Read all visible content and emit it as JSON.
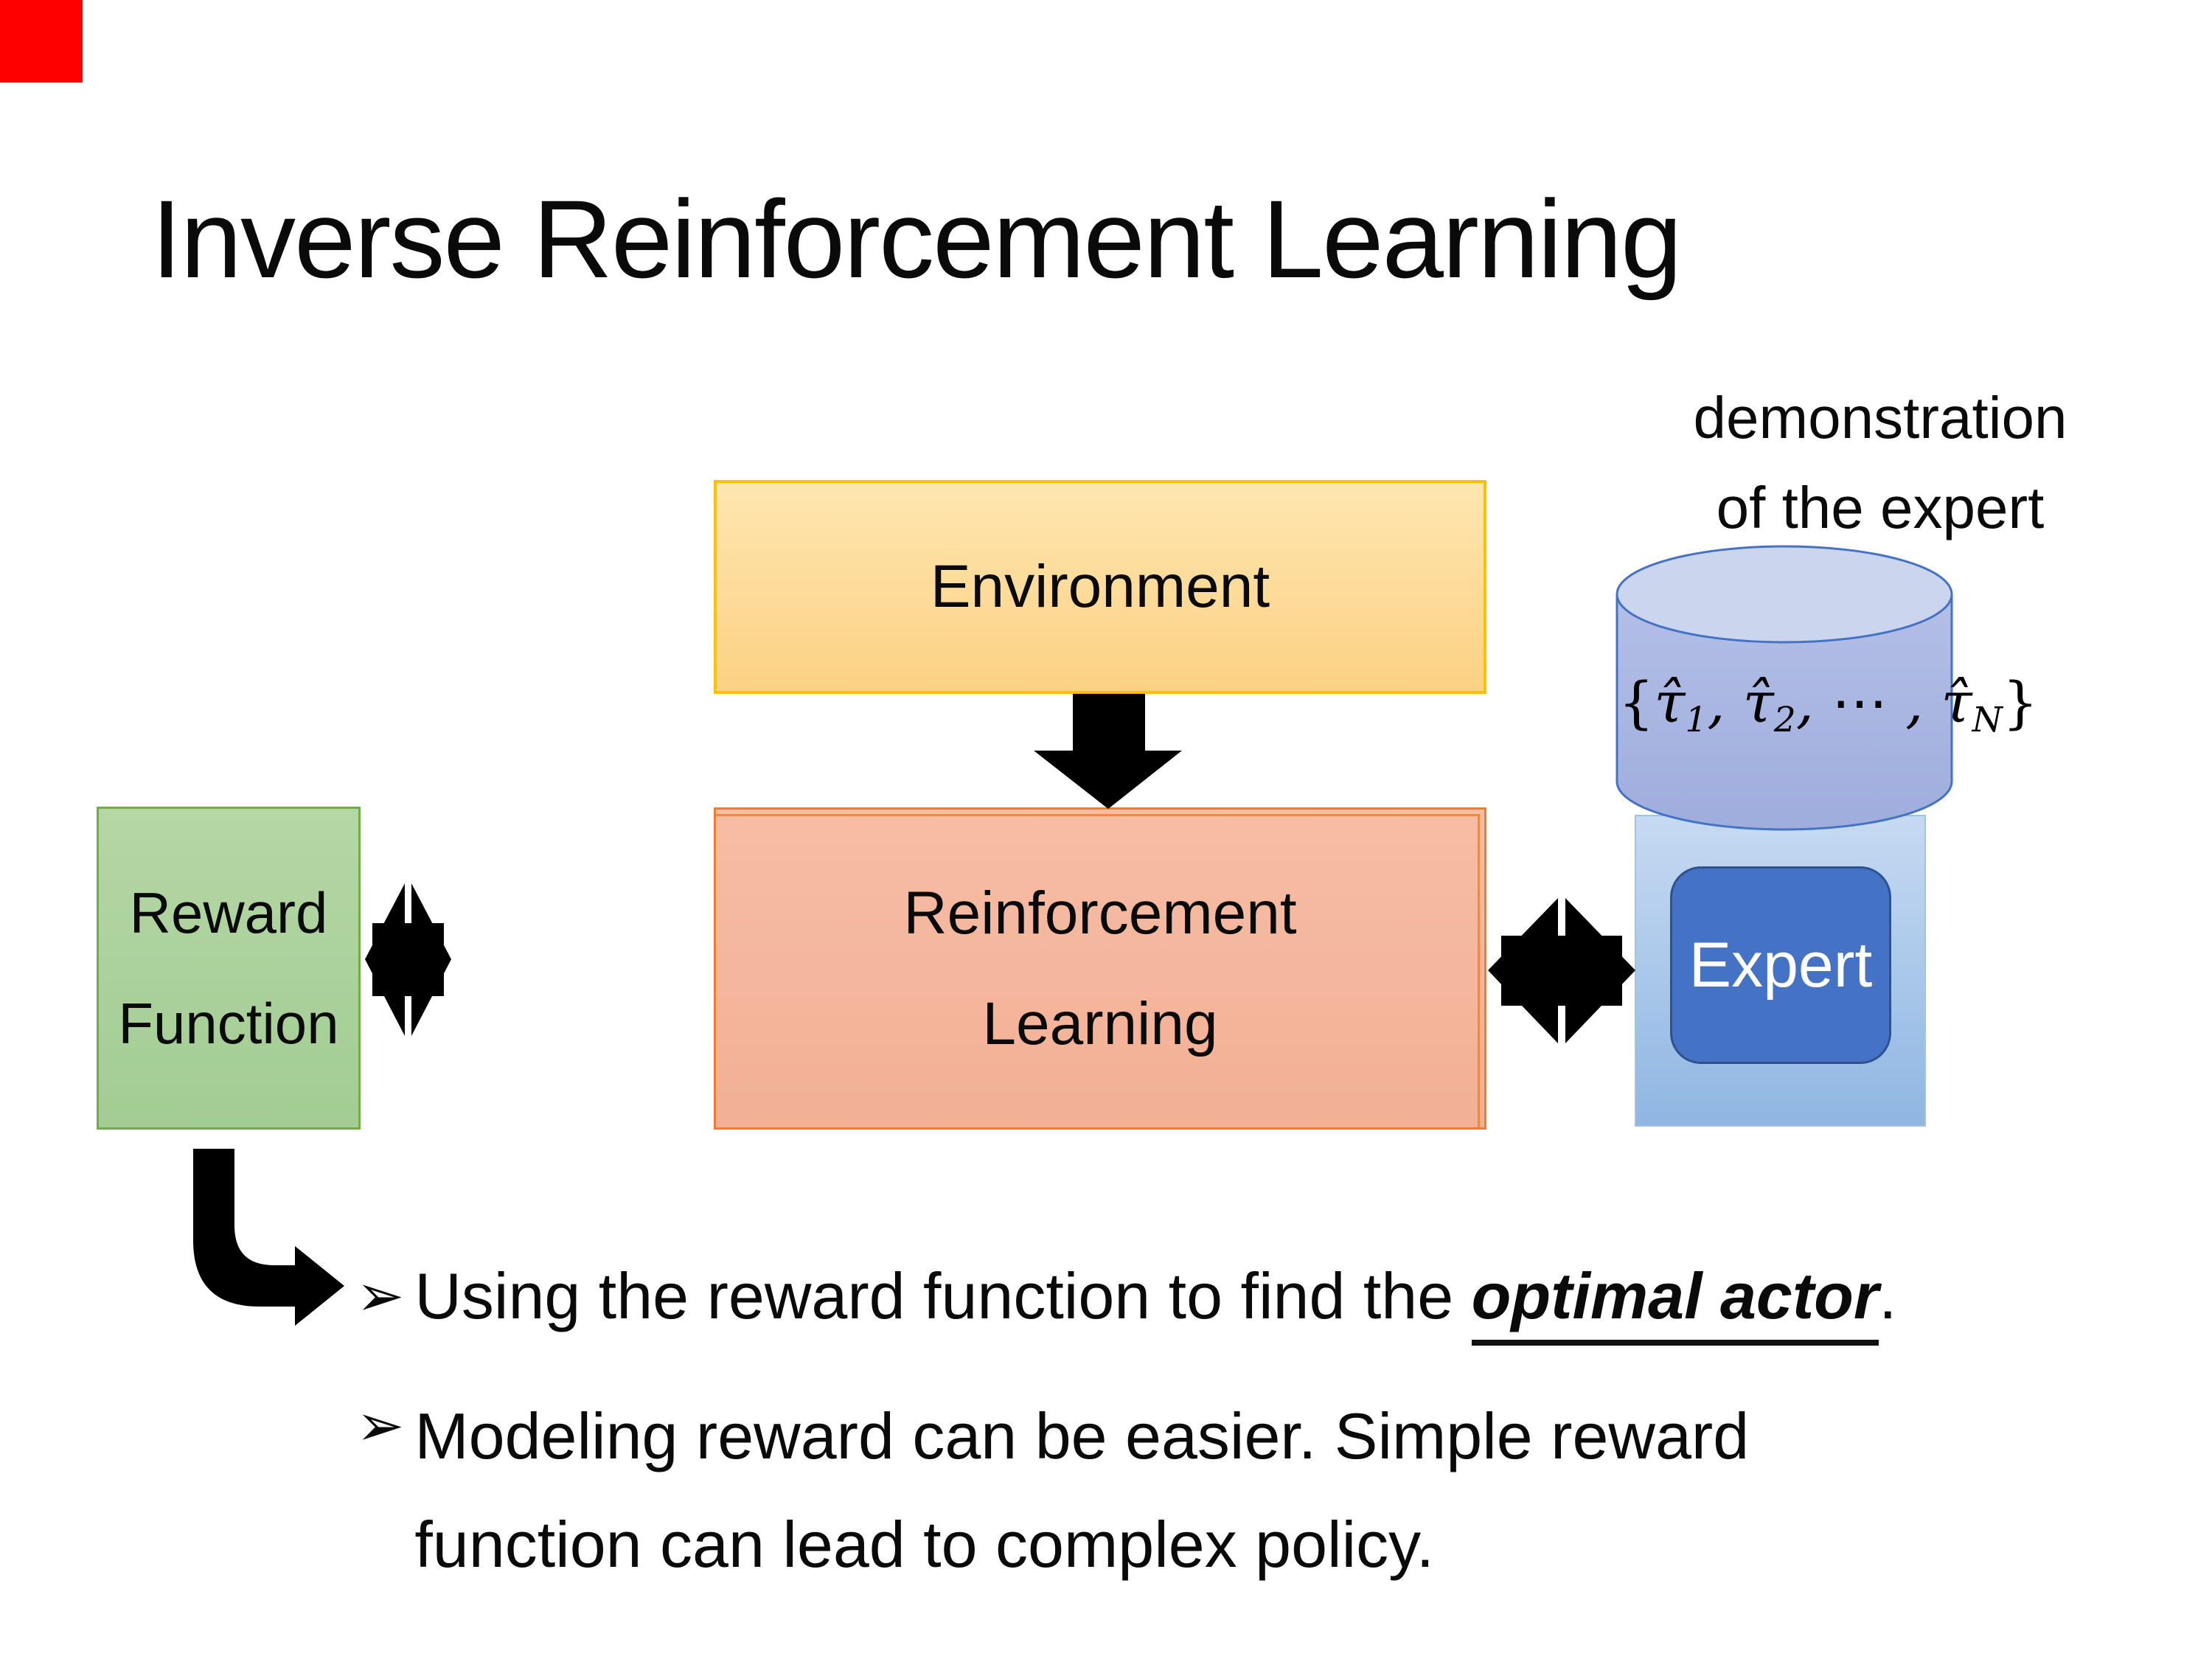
{
  "slide_title": "Inverse Reinforcement Learning",
  "expert_demo": {
    "caption_line1": "demonstration",
    "caption_line2": "of the expert",
    "formula": {
      "open_brace": "{",
      "tau_hat": "τ̂",
      "sub_1": "1",
      "comma_1": ", ",
      "sub_2": "2",
      "comma_2": ", ",
      "dots": "⋯",
      "comma_3": " , ",
      "sub_n": "N",
      "close_brace": "}"
    }
  },
  "boxes": {
    "environment": {
      "label": "Environment",
      "fill": "#FCD184",
      "border": "#FFC000"
    },
    "reward_function": {
      "label_line1": "Reward",
      "label_line2": "Function",
      "fill": "#ACD29C",
      "border": "#70AD47"
    },
    "reinforcement_learning": {
      "label_line1": "Reinforcement",
      "label_line2": "Learning",
      "fill": "#F4B49B",
      "border": "#ED7D31"
    },
    "expert": {
      "label": "Expert",
      "fill": "#4472C4",
      "border": "#2F528F",
      "container_fill_top": "#C6DAF2",
      "container_fill_bottom": "#8FB6E2"
    },
    "demonstration_cylinder": {
      "body_fill": "#A6B3E0",
      "top_fill": "#CBD5ED",
      "border": "#4472C4"
    }
  },
  "bullets": {
    "marker": "➢",
    "item_1": {
      "text_before": "Using the reward function to find the ",
      "text_emphasis": "optimal actor",
      "text_after": "."
    },
    "item_2": {
      "line1": "Modeling reward can be easier. Simple reward",
      "line2": "function can lead to complex policy."
    }
  },
  "arrow_color": "#000000",
  "red_marker_color": "#FF0000"
}
